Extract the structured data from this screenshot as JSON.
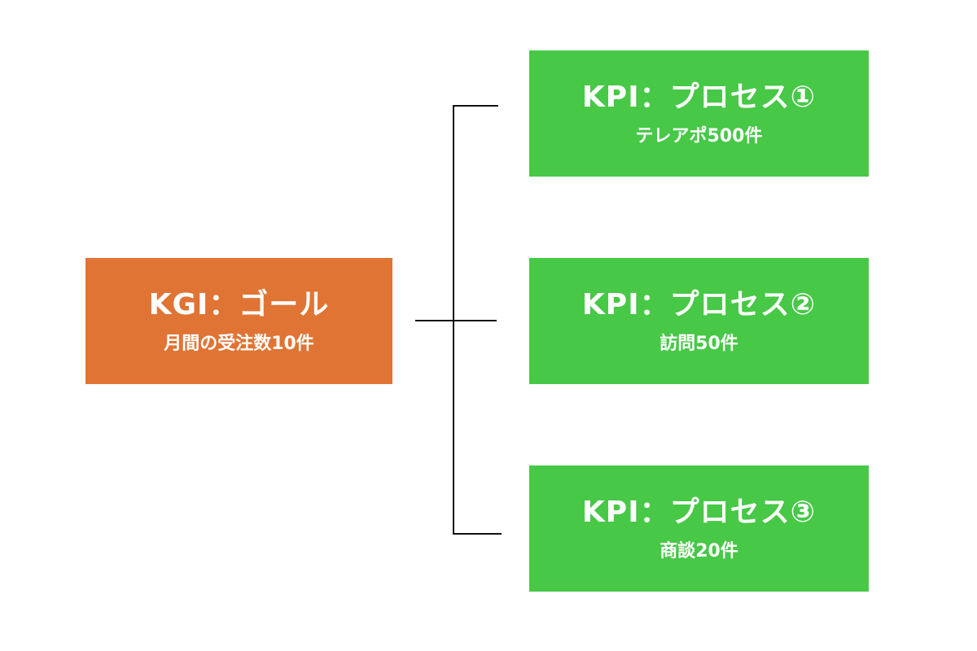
{
  "colors": {
    "kgi": "#E07434",
    "kpi": "#47C847",
    "line": "#111111",
    "text": "#ffffff"
  },
  "kgi": {
    "title": "KGI：ゴール",
    "subtitle": "月間の受注数10件"
  },
  "kpis": [
    {
      "title": "KPI：プロセス①",
      "subtitle": "テレアポ500件"
    },
    {
      "title": "KPI：プロセス②",
      "subtitle": "訪問50件"
    },
    {
      "title": "KPI：プロセス③",
      "subtitle": "商談20件"
    }
  ]
}
